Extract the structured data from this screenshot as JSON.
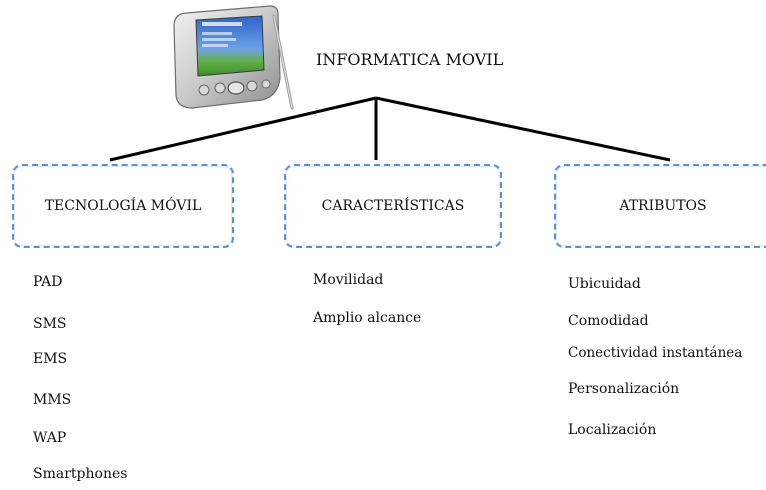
{
  "title": "INFORMATICA MOVIL",
  "colors": {
    "box_border": "#5b8fd6",
    "connector": "#000000",
    "screen_blue": "#3a6fd0",
    "screen_green": "#5aa83a"
  },
  "icons": [
    "pocket-pc-device-icon"
  ],
  "categories": [
    {
      "label": "TECNOLOGÍA MÓVIL",
      "items": [
        "PAD",
        "SMS",
        "EMS",
        "MMS",
        "WAP",
        "Smartphones"
      ]
    },
    {
      "label": "CARACTERÍSTICAS",
      "items": [
        "Movilidad",
        "Amplio alcance"
      ]
    },
    {
      "label": "ATRIBUTOS",
      "items": [
        "Ubicuidad",
        "Comodidad",
        "Conectividad instantánea",
        "Personalización",
        "Localización"
      ]
    }
  ]
}
